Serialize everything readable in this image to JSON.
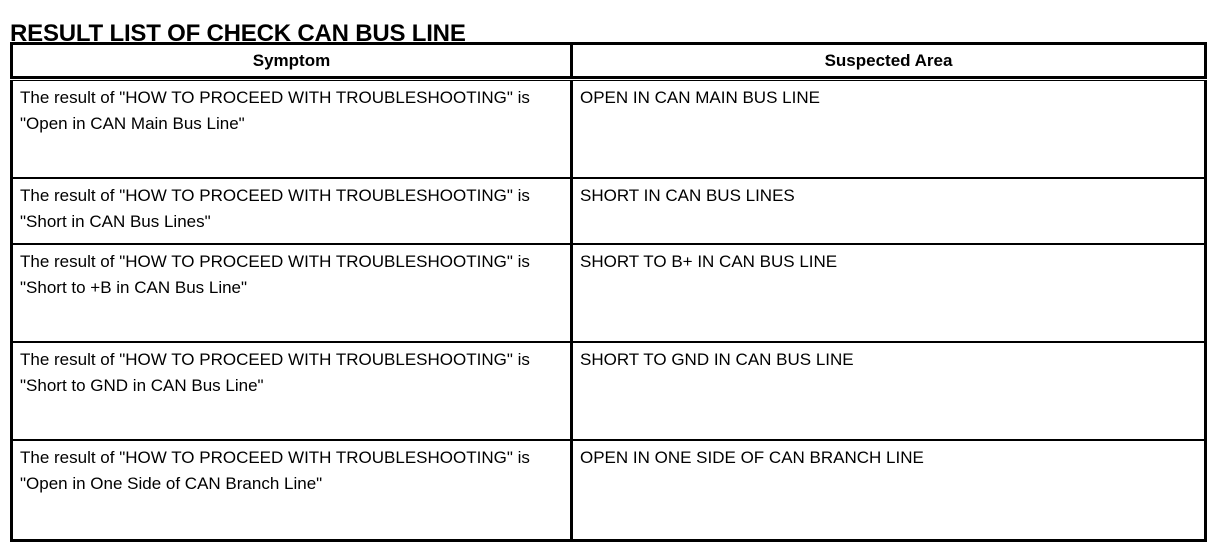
{
  "page_title": "RESULT LIST OF CHECK CAN BUS LINE",
  "table": {
    "columns": [
      {
        "key": "symptom",
        "label": "Symptom"
      },
      {
        "key": "suspected_area",
        "label": "Suspected Area"
      }
    ],
    "rows": [
      {
        "symptom": "The result of \"HOW TO PROCEED WITH TROUBLESHOOTING\" is \"Open in CAN Main Bus Line\"",
        "suspected_area": "OPEN IN CAN MAIN BUS LINE"
      },
      {
        "symptom": "The result of \"HOW TO PROCEED WITH TROUBLESHOOTING\" is \"Short in CAN Bus Lines\"",
        "suspected_area": "SHORT IN CAN BUS LINES"
      },
      {
        "symptom": "The result of \"HOW TO PROCEED WITH TROUBLESHOOTING\" is \"Short to +B in CAN Bus Line\"",
        "suspected_area": "SHORT TO B+ IN CAN BUS LINE"
      },
      {
        "symptom": "The result of \"HOW TO PROCEED WITH TROUBLESHOOTING\" is \"Short to GND in CAN Bus Line\"",
        "suspected_area": "SHORT TO GND IN CAN BUS LINE"
      },
      {
        "symptom": "The result of \"HOW TO PROCEED WITH TROUBLESHOOTING\" is \"Open in One Side of CAN Branch Line\"",
        "suspected_area": "OPEN IN ONE SIDE OF CAN BRANCH LINE"
      }
    ]
  },
  "colors": {
    "text": "#000000",
    "background": "#ffffff",
    "rule": "#000000"
  }
}
